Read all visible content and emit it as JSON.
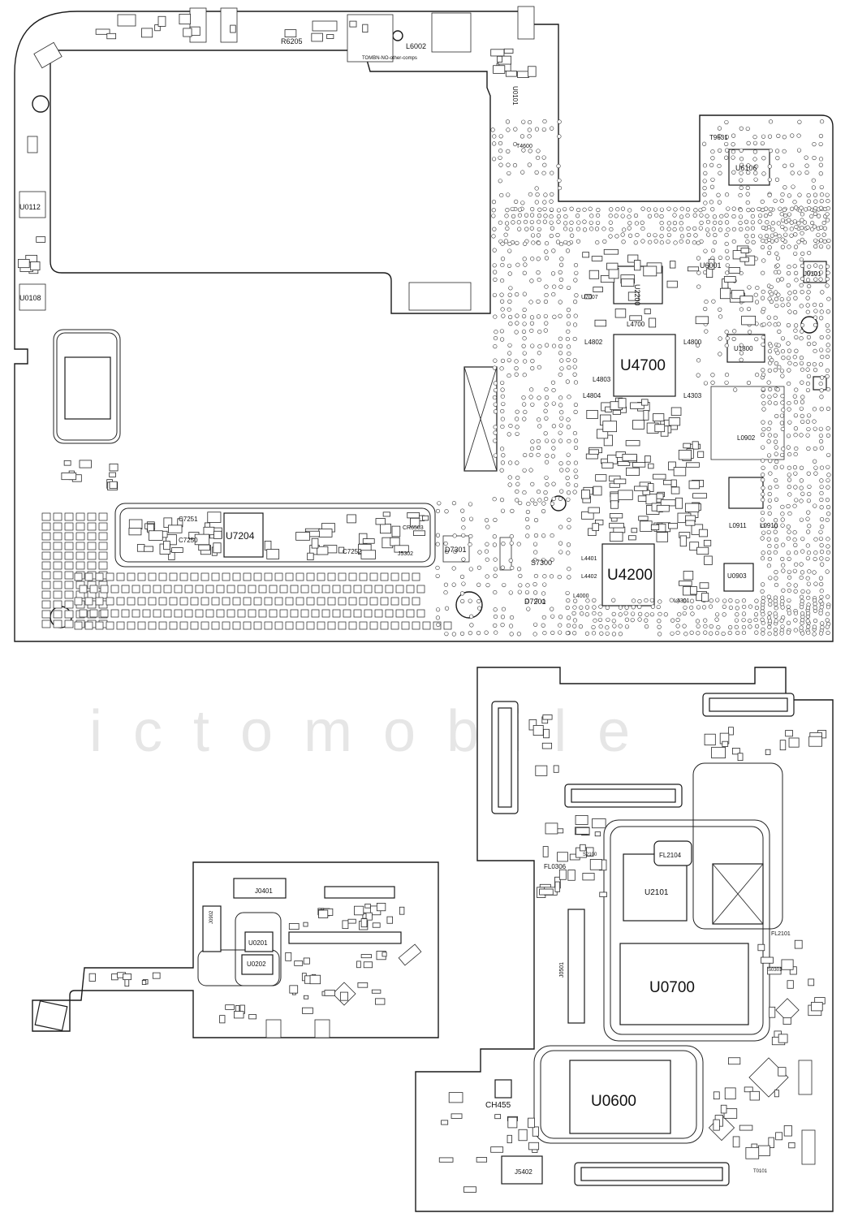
{
  "watermark": "ictomobile",
  "silk_note": "TOMBN-NO-other-comps",
  "main_board": {
    "labels_large": [
      "U4700",
      "U4200",
      "U7204"
    ],
    "labels_small": [
      "R6205",
      "L6002",
      "T9631",
      "U6106",
      "U0112",
      "U0108",
      "U6001",
      "U2200",
      "U7007",
      "L4700",
      "L4800",
      "L4802",
      "L4803",
      "L4804",
      "L4303",
      "U1800",
      "L0902",
      "L0911",
      "L0910",
      "U0903",
      "L4301",
      "L4401",
      "L4402",
      "L4000",
      "S7300",
      "D7301",
      "D7201",
      "C7251",
      "C7250",
      "C7252",
      "CR6503",
      "J5302",
      "J0101",
      "T4600",
      "U0101"
    ]
  },
  "bottom_right_board": {
    "labels_large": [
      "U0700",
      "U0600"
    ],
    "labels_small": [
      "U2101",
      "FL2104",
      "FL0306",
      "S2100",
      "S0301",
      "FL2101",
      "J5402",
      "CH455",
      "J0501",
      "T0101"
    ]
  },
  "bottom_left_board": {
    "labels_small": [
      "J0401",
      "U0201",
      "U0202",
      "J0902"
    ]
  }
}
